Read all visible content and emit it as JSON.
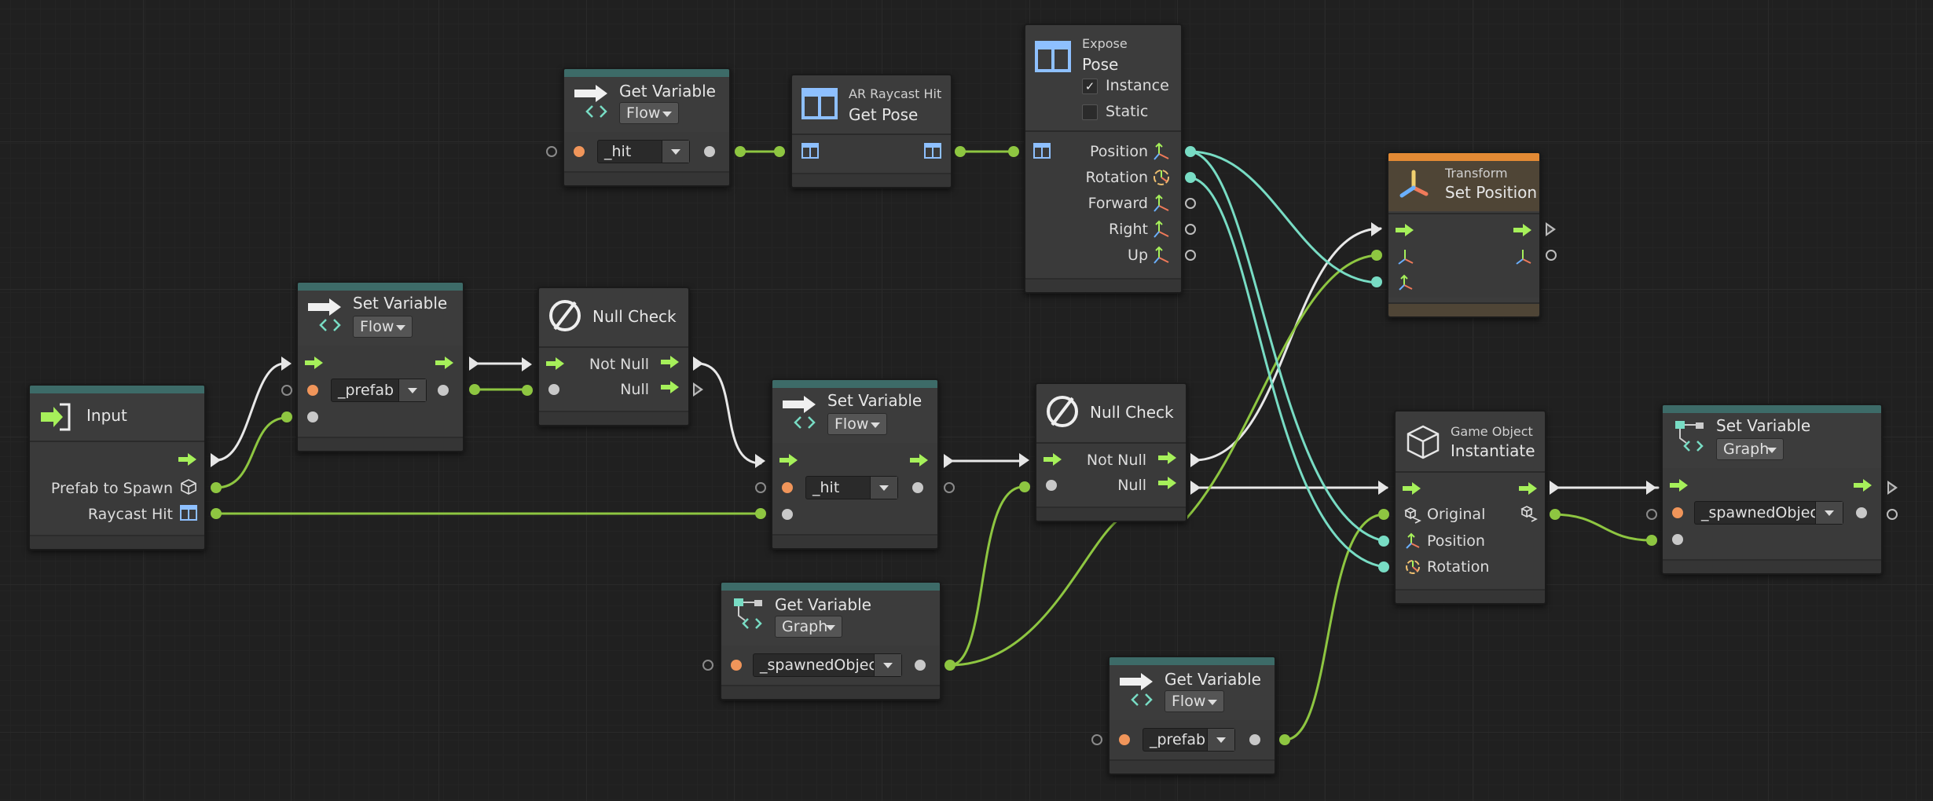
{
  "colors": {
    "canvas": "#202020",
    "node": "#3c3c3c",
    "flow_port": "#a6f05a",
    "value_wire": "#8ec641",
    "vector_wire": "#78dcc4",
    "flow_wire": "#e0e0e0",
    "header_teal": "#3d6b68",
    "header_orange": "#e38a34"
  },
  "input": {
    "title": "Input",
    "prefab_label": "Prefab to Spawn",
    "raycast_label": "Raycast Hit",
    "icon": "input-arrow-icon"
  },
  "setvar_prefab": {
    "title": "Set Variable",
    "scope": "Flow",
    "variable": "_prefab"
  },
  "nullcheck1": {
    "title": "Null Check",
    "not_null": "Not Null",
    "null": "Null"
  },
  "getvar_hit": {
    "title": "Get Variable",
    "scope": "Flow",
    "variable": "_hit"
  },
  "arraycast": {
    "subtitle": "AR Raycast Hit",
    "title": "Get Pose"
  },
  "expose": {
    "subtitle": "Expose",
    "title": "Pose",
    "instance_label": "Instance",
    "instance_checked": "✓",
    "static_label": "Static",
    "ports": [
      "Position",
      "Rotation",
      "Forward",
      "Right",
      "Up"
    ]
  },
  "transform": {
    "subtitle": "Transform",
    "title": "Set Position"
  },
  "setvar_hit": {
    "title": "Set Variable",
    "scope": "Flow",
    "variable": "_hit"
  },
  "nullcheck2": {
    "title": "Null Check",
    "not_null": "Not Null",
    "null": "Null"
  },
  "getvar_spawned": {
    "title": "Get Variable",
    "scope": "Graph",
    "variable": "_spawnedObject"
  },
  "instantiate": {
    "subtitle": "Game Object",
    "title": "Instantiate",
    "ports": [
      "Original",
      "Position",
      "Rotation"
    ]
  },
  "setvar_spawned": {
    "title": "Set Variable",
    "scope": "Graph",
    "variable": "_spawnedObject"
  },
  "getvar_prefab": {
    "title": "Get Variable",
    "scope": "Flow",
    "variable": "_prefab"
  }
}
